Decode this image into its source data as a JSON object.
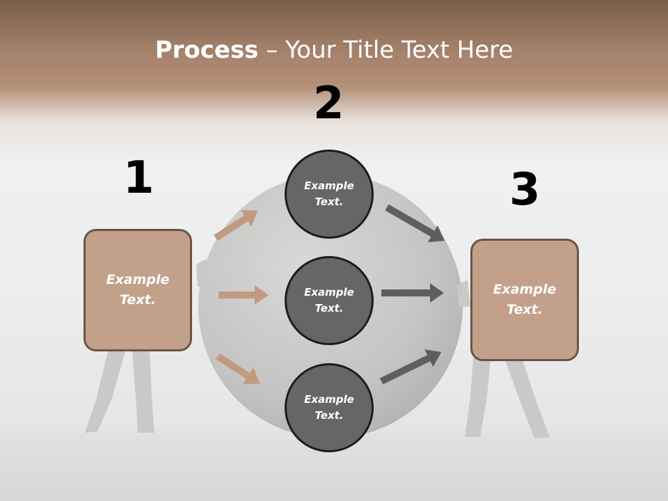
{
  "title": {
    "bold": "Process",
    "rest": " – Your Title Text Here"
  },
  "steps": {
    "one": "1",
    "two": "2",
    "three": "3"
  },
  "left_box": {
    "line1": "Example",
    "line2": "Text."
  },
  "right_box": {
    "line1": "Example",
    "line2": "Text."
  },
  "circles": [
    {
      "line1": "Example",
      "line2": "Text."
    },
    {
      "line1": "Example",
      "line2": "Text."
    },
    {
      "line1": "Example",
      "line2": "Text."
    }
  ],
  "colors": {
    "box_fill": "#c2a08a",
    "circle_fill": "#666666",
    "arrow_left": "#c19a80",
    "arrow_right": "#5e5e5e",
    "header": "#a3806a"
  }
}
